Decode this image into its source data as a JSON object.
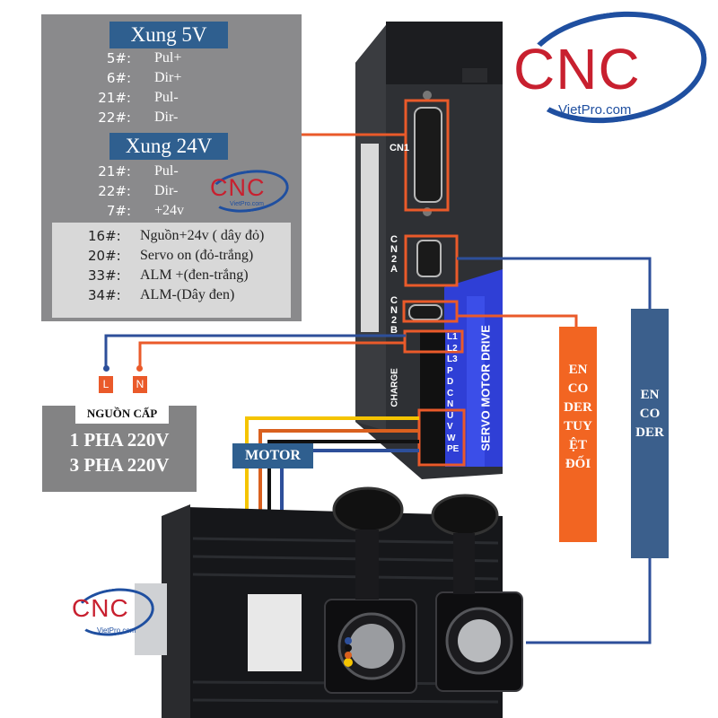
{
  "pulse_5v": {
    "title": "Xung 5V",
    "pins": [
      {
        "pin": "5#:",
        "signal": "Pul+"
      },
      {
        "pin": "6#:",
        "signal": "Dir+"
      },
      {
        "pin": "21#:",
        "signal": "Pul-"
      },
      {
        "pin": "22#:",
        "signal": "Dir-"
      }
    ]
  },
  "pulse_24v": {
    "title": "Xung 24V",
    "pins": [
      {
        "pin": "21#:",
        "signal": "Pul-"
      },
      {
        "pin": "22#:",
        "signal": "Dir-"
      },
      {
        "pin": "7#:",
        "signal": "+24v"
      }
    ]
  },
  "control_signals": [
    {
      "pin": "16#:",
      "signal": "Nguồn+24v ( dây đỏ)"
    },
    {
      "pin": "20#:",
      "signal": "Servo on (đỏ-trắng)"
    },
    {
      "pin": "33#:",
      "signal": "ALM +(đen-trắng)"
    },
    {
      "pin": "34#:",
      "signal": "ALM-(Dây đen)"
    }
  ],
  "logo": {
    "brand": "CNC",
    "site": "VietPro.com"
  },
  "driver": {
    "ports": [
      "CN1",
      "CN2A",
      "CN2B"
    ],
    "charge_label": "CHARGE",
    "model_label": "SERVO MOTOR DRIVE",
    "terminals": [
      "L1",
      "L2",
      "L3",
      "P",
      "D",
      "C",
      "N",
      "U",
      "V",
      "W",
      "PE"
    ]
  },
  "power_supply": {
    "terminals": [
      "L",
      "N"
    ],
    "title": "NGUỒN CẤP",
    "lines": [
      "1 PHA 220V",
      "3 PHA 220V"
    ]
  },
  "motor_label": "MOTOR",
  "encoder_absolute": {
    "lines": [
      "EN",
      "CO",
      "DER",
      "TUY",
      "ỆT",
      "ĐỐI"
    ]
  },
  "encoder_incremental": {
    "lines": [
      "EN",
      "CO",
      "DER"
    ]
  },
  "colors": {
    "panel_gray": "#8a8a8c",
    "title_blue": "#2f5f8f",
    "highlight_orange": "#ea5a2a",
    "encoder_orange": "#f26522",
    "encoder_blue": "#3b5f8c",
    "wire_blue": "#2d4f9a",
    "wire_yellow": "#f5c400",
    "wire_black": "#111111",
    "logo_red": "#c8202f",
    "logo_blue": "#1f4fa0"
  }
}
